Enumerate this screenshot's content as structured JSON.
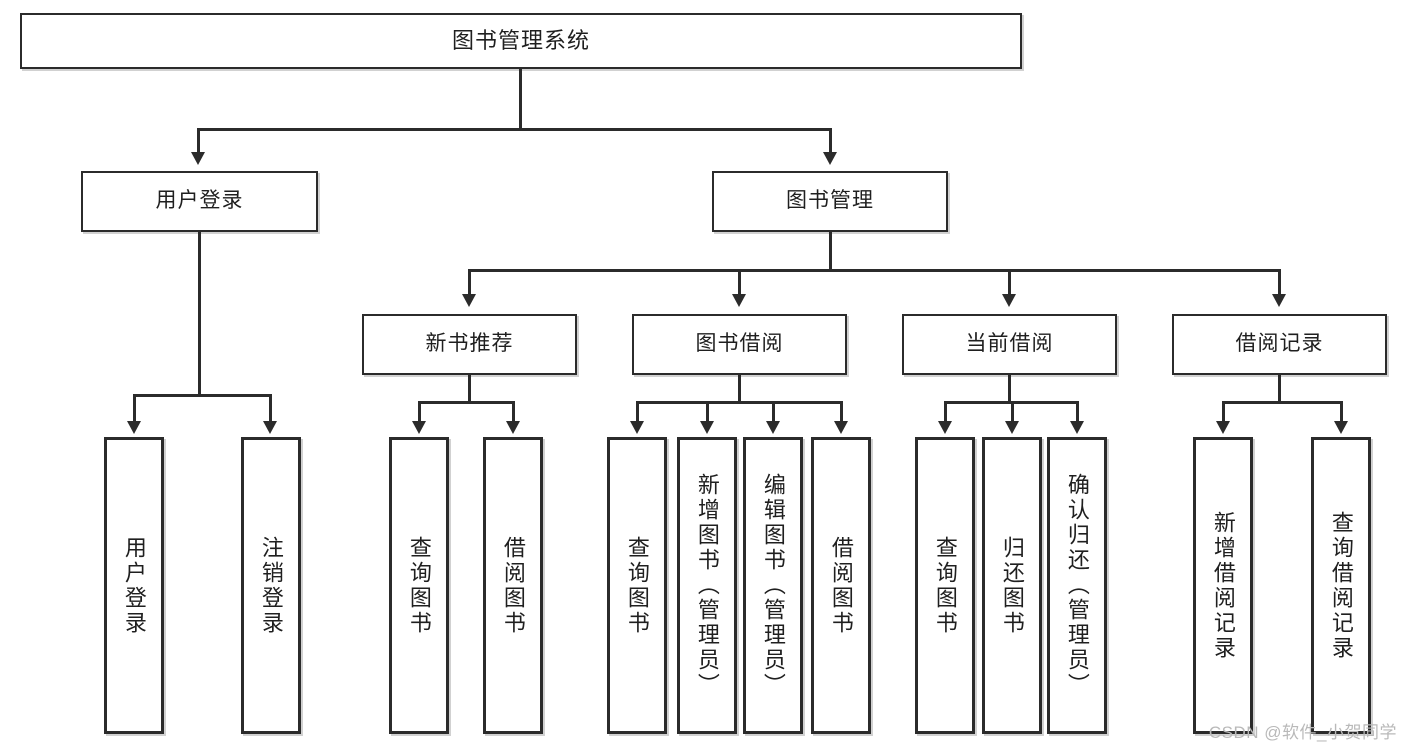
{
  "diagram": {
    "type": "tree-hierarchy-chart",
    "title": "图书管理系统",
    "watermark": "CSDN @软件_小贺同学",
    "colors": {
      "box_border": "#2b2b2b",
      "box_fill": "#ffffff",
      "connector": "#2b2b2b",
      "text": "#1f1f1f",
      "watermark": "#b9b9b9"
    },
    "nodes": {
      "root": {
        "label": "图书管理系统"
      },
      "level2": [
        {
          "label": "用户登录"
        },
        {
          "label": "图书管理"
        }
      ],
      "level3": [
        {
          "label": "新书推荐"
        },
        {
          "label": "图书借阅"
        },
        {
          "label": "当前借阅"
        },
        {
          "label": "借阅记录"
        }
      ],
      "leaves": {
        "user_login": [
          {
            "label": "用户登录"
          },
          {
            "label": "注销登录"
          }
        ],
        "new_book_recommend": [
          {
            "label": "查询图书"
          },
          {
            "label": "借阅图书"
          }
        ],
        "book_borrow": [
          {
            "label": "查询图书"
          },
          {
            "label": "新增图书（管理员）"
          },
          {
            "label": "编辑图书（管理员）"
          },
          {
            "label": "借阅图书"
          }
        ],
        "current_borrow": [
          {
            "label": "查询图书"
          },
          {
            "label": "归还图书"
          },
          {
            "label": "确认归还（管理员）"
          }
        ],
        "borrow_record": [
          {
            "label": "新增借阅记录"
          },
          {
            "label": "查询借阅记录"
          }
        ]
      }
    }
  }
}
